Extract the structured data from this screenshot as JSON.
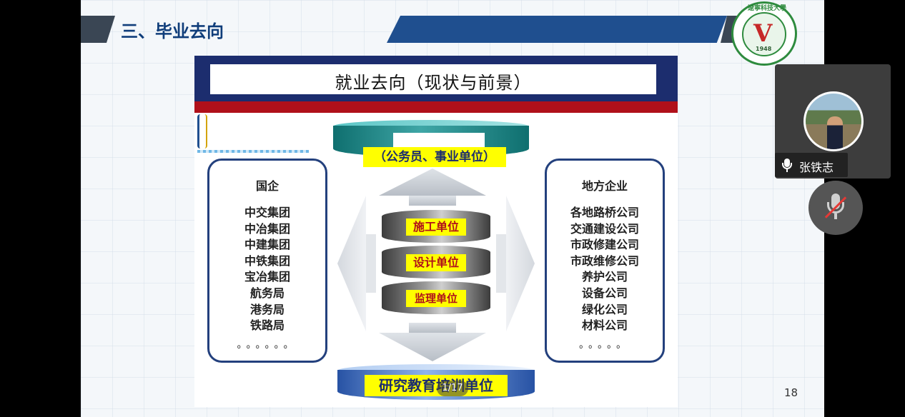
{
  "slide": {
    "title": "三、毕业去向",
    "page_number": "18",
    "logo_top_text": "遼寧科技大學",
    "logo_year": "1948",
    "banner_title": "就业去向（现状与前景）",
    "top_target": "（公务员、事业单位）",
    "bottom_target": "研究教育培训单位",
    "center_stack": [
      "施工单位",
      "设计单位",
      "监理单位"
    ],
    "left_panel": {
      "heading": "国企",
      "items": [
        "中交集团",
        "中冶集团",
        "中建集团",
        "中铁集团",
        "宝冶集团",
        "航务局",
        "港务局",
        "铁路局"
      ],
      "ellipsis": "。。。。。。"
    },
    "right_panel": {
      "heading": "地方企业",
      "items": [
        "各地路桥公司",
        "交通建设公司",
        "市政修建公司",
        "市政维修公司",
        "养护公司",
        "设备公司",
        "绿化公司",
        "材料公司"
      ],
      "ellipsis": "。。。。。"
    }
  },
  "viewer": {
    "page_badge": "1/17"
  },
  "participant": {
    "name": "张铁志",
    "mic_icon": "microphone-icon",
    "mute_icon": "microphone-muted-icon"
  },
  "colors": {
    "title_blue": "#0f3d7a",
    "banner_navy": "#1c2d6e",
    "banner_red": "#b0101a",
    "highlight_yellow": "#ffff00",
    "panel_border": "#23407d"
  }
}
